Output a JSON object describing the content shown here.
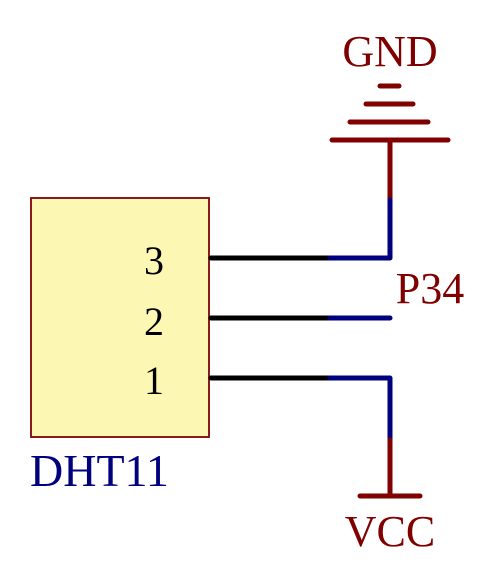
{
  "component": {
    "name": "DHT11",
    "pins": [
      "3",
      "2",
      "1"
    ]
  },
  "nets": {
    "ground": "GND",
    "signal": "P34",
    "power": "VCC"
  },
  "colors": {
    "component_fill": "#FCF8B4",
    "component_border": "#8B1A1A",
    "pin_wire": "#000000",
    "net_wire": "#00007F",
    "power_symbol": "#800000",
    "net_label": "#800000",
    "component_label": "#00007F",
    "pin_number": "#000000"
  }
}
